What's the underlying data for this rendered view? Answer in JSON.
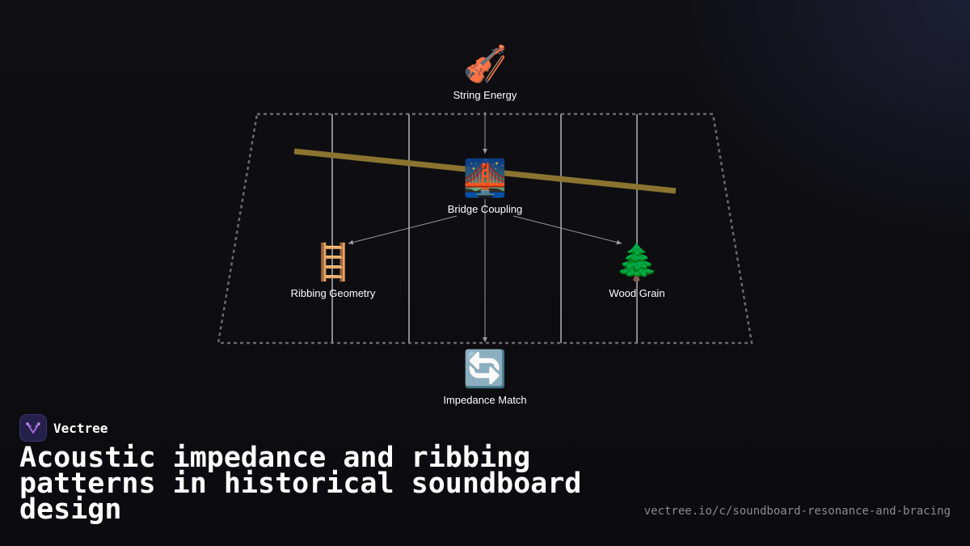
{
  "diagram": {
    "nodes": [
      {
        "id": "string-energy",
        "label": "String Energy",
        "icon": "violin-icon",
        "glyph": "🎻"
      },
      {
        "id": "bridge-coupling",
        "label": "Bridge Coupling",
        "icon": "bridge-icon",
        "glyph": "🌉"
      },
      {
        "id": "ribbing-geometry",
        "label": "Ribbing Geometry",
        "icon": "ladder-icon",
        "glyph": "🪜"
      },
      {
        "id": "wood-grain",
        "label": "Wood Grain",
        "icon": "tree-icon",
        "glyph": "🌲"
      },
      {
        "id": "impedance-match",
        "label": "Impedance Match",
        "icon": "cycle-arrows-icon",
        "glyph": "🔄"
      }
    ],
    "edges": [
      {
        "from": "string-energy",
        "to": "bridge-coupling"
      },
      {
        "from": "bridge-coupling",
        "to": "ribbing-geometry"
      },
      {
        "from": "bridge-coupling",
        "to": "wood-grain"
      },
      {
        "from": "bridge-coupling",
        "to": "impedance-match"
      }
    ],
    "colors": {
      "bridge_bar": "#8a7430",
      "rib_lines": "#8a8a8e",
      "outline": "#6a6a6e",
      "arrows": "#9a9aa0"
    }
  },
  "brand": {
    "name": "Vectree",
    "icon": "vectree-logo-icon"
  },
  "title": "Acoustic impedance and ribbing patterns in historical soundboard design",
  "url": "vectree.io/c/soundboard-resonance-and-bracing"
}
